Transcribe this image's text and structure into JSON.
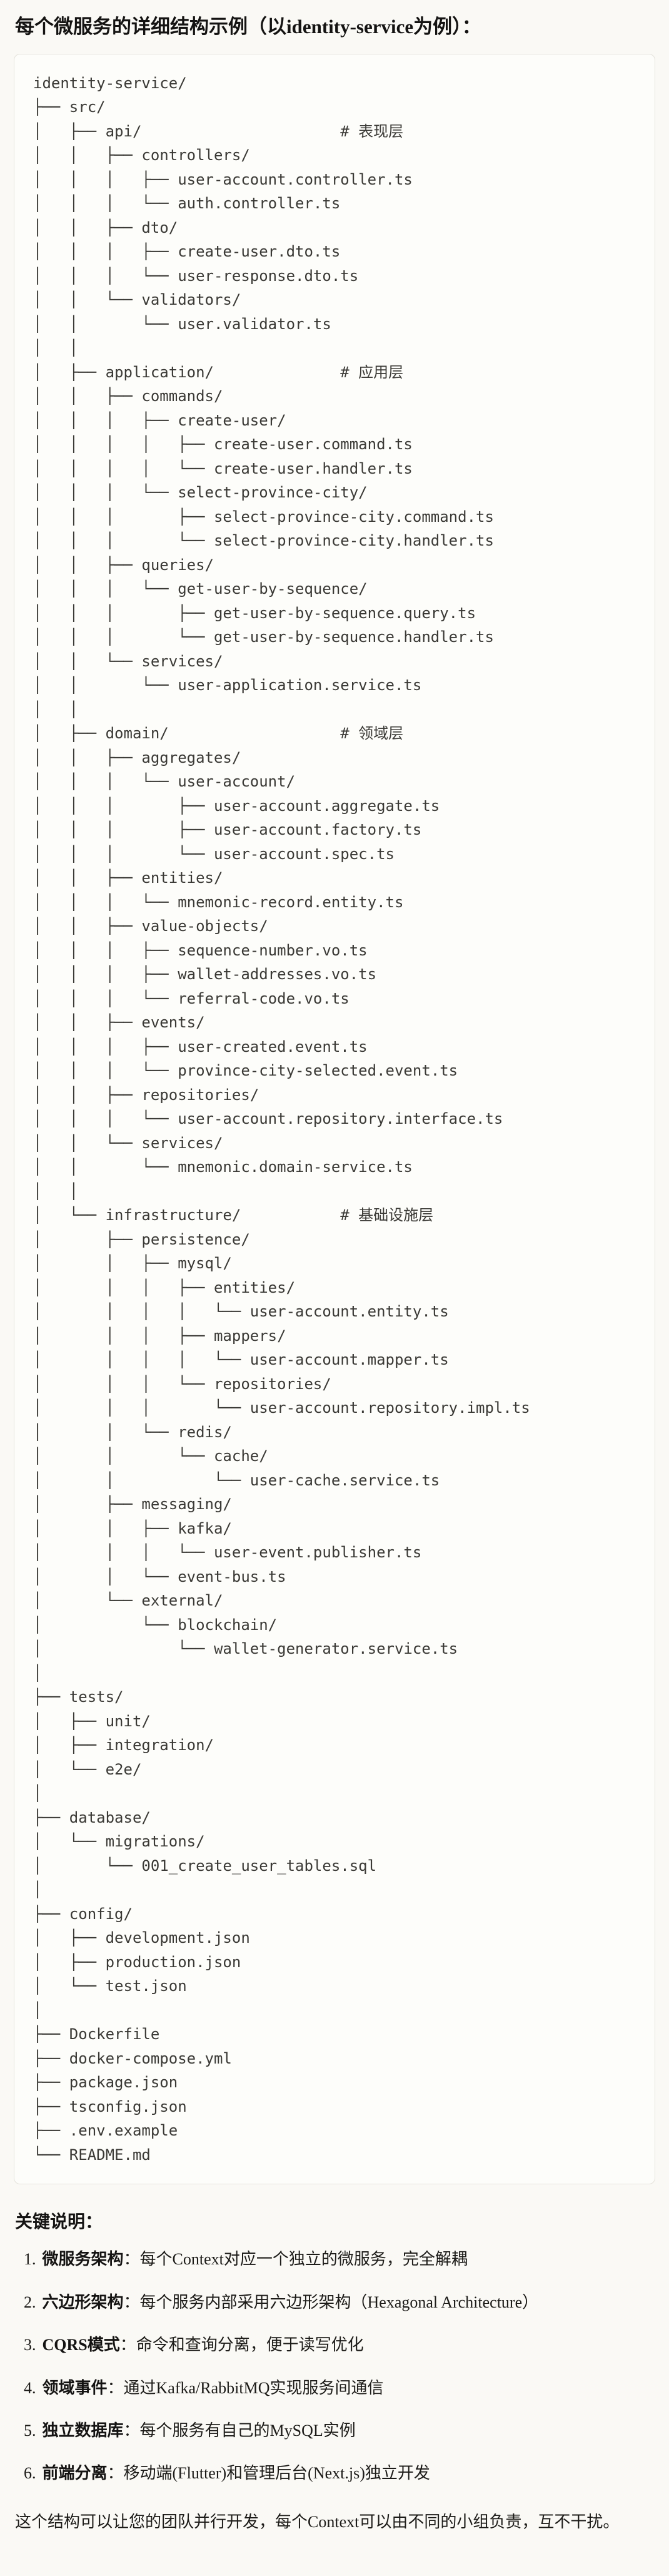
{
  "colors": {
    "page_background": "#FAF9F5",
    "code_background": "#FDFDFA",
    "code_border": "#E4E2DB",
    "body_text": "#1C1B18",
    "tree_text": "#3A3935"
  },
  "title": "每个微服务的详细结构示例（以identity-service为例）：",
  "tree_lines": [
    "identity-service/",
    "├── src/",
    "│   ├── api/                      # 表现层",
    "│   │   ├── controllers/",
    "│   │   │   ├── user-account.controller.ts",
    "│   │   │   └── auth.controller.ts",
    "│   │   ├── dto/",
    "│   │   │   ├── create-user.dto.ts",
    "│   │   │   └── user-response.dto.ts",
    "│   │   └── validators/",
    "│   │       └── user.validator.ts",
    "│   │",
    "│   ├── application/              # 应用层",
    "│   │   ├── commands/",
    "│   │   │   ├── create-user/",
    "│   │   │   │   ├── create-user.command.ts",
    "│   │   │   │   └── create-user.handler.ts",
    "│   │   │   └── select-province-city/",
    "│   │   │       ├── select-province-city.command.ts",
    "│   │   │       └── select-province-city.handler.ts",
    "│   │   ├── queries/",
    "│   │   │   └── get-user-by-sequence/",
    "│   │   │       ├── get-user-by-sequence.query.ts",
    "│   │   │       └── get-user-by-sequence.handler.ts",
    "│   │   └── services/",
    "│   │       └── user-application.service.ts",
    "│   │",
    "│   ├── domain/                   # 领域层",
    "│   │   ├── aggregates/",
    "│   │   │   └── user-account/",
    "│   │   │       ├── user-account.aggregate.ts",
    "│   │   │       ├── user-account.factory.ts",
    "│   │   │       └── user-account.spec.ts",
    "│   │   ├── entities/",
    "│   │   │   └── mnemonic-record.entity.ts",
    "│   │   ├── value-objects/",
    "│   │   │   ├── sequence-number.vo.ts",
    "│   │   │   ├── wallet-addresses.vo.ts",
    "│   │   │   └── referral-code.vo.ts",
    "│   │   ├── events/",
    "│   │   │   ├── user-created.event.ts",
    "│   │   │   └── province-city-selected.event.ts",
    "│   │   ├── repositories/",
    "│   │   │   └── user-account.repository.interface.ts",
    "│   │   └── services/",
    "│   │       └── mnemonic.domain-service.ts",
    "│   │",
    "│   └── infrastructure/           # 基础设施层",
    "│       ├── persistence/",
    "│       │   ├── mysql/",
    "│       │   │   ├── entities/",
    "│       │   │   │   └── user-account.entity.ts",
    "│       │   │   ├── mappers/",
    "│       │   │   │   └── user-account.mapper.ts",
    "│       │   │   └── repositories/",
    "│       │   │       └── user-account.repository.impl.ts",
    "│       │   └── redis/",
    "│       │       └── cache/",
    "│       │           └── user-cache.service.ts",
    "│       ├── messaging/",
    "│       │   ├── kafka/",
    "│       │   │   └── user-event.publisher.ts",
    "│       │   └── event-bus.ts",
    "│       └── external/",
    "│           └── blockchain/",
    "│               └── wallet-generator.service.ts",
    "│",
    "├── tests/",
    "│   ├── unit/",
    "│   ├── integration/",
    "│   └── e2e/",
    "│",
    "├── database/",
    "│   └── migrations/",
    "│       └── 001_create_user_tables.sql",
    "│",
    "├── config/",
    "│   ├── development.json",
    "│   ├── production.json",
    "│   └── test.json",
    "│",
    "├── Dockerfile",
    "├── docker-compose.yml",
    "├── package.json",
    "├── tsconfig.json",
    "├── .env.example",
    "└── README.md"
  ],
  "notes": {
    "heading": "关键说明：",
    "items": [
      {
        "num": "1.",
        "label": "微服务架构",
        "text": "：每个Context对应一个独立的微服务，完全解耦"
      },
      {
        "num": "2.",
        "label": "六边形架构",
        "text": "：每个服务内部采用六边形架构（Hexagonal Architecture）"
      },
      {
        "num": "3.",
        "label": "CQRS模式",
        "text": "：命令和查询分离，便于读写优化"
      },
      {
        "num": "4.",
        "label": "领域事件",
        "text": "：通过Kafka/RabbitMQ实现服务间通信"
      },
      {
        "num": "5.",
        "label": "独立数据库",
        "text": "：每个服务有自己的MySQL实例"
      },
      {
        "num": "6.",
        "label": "前端分离",
        "text": "：移动端(Flutter)和管理后台(Next.js)独立开发"
      }
    ],
    "footer": "这个结构可以让您的团队并行开发，每个Context可以由不同的小组负责，互不干扰。"
  }
}
